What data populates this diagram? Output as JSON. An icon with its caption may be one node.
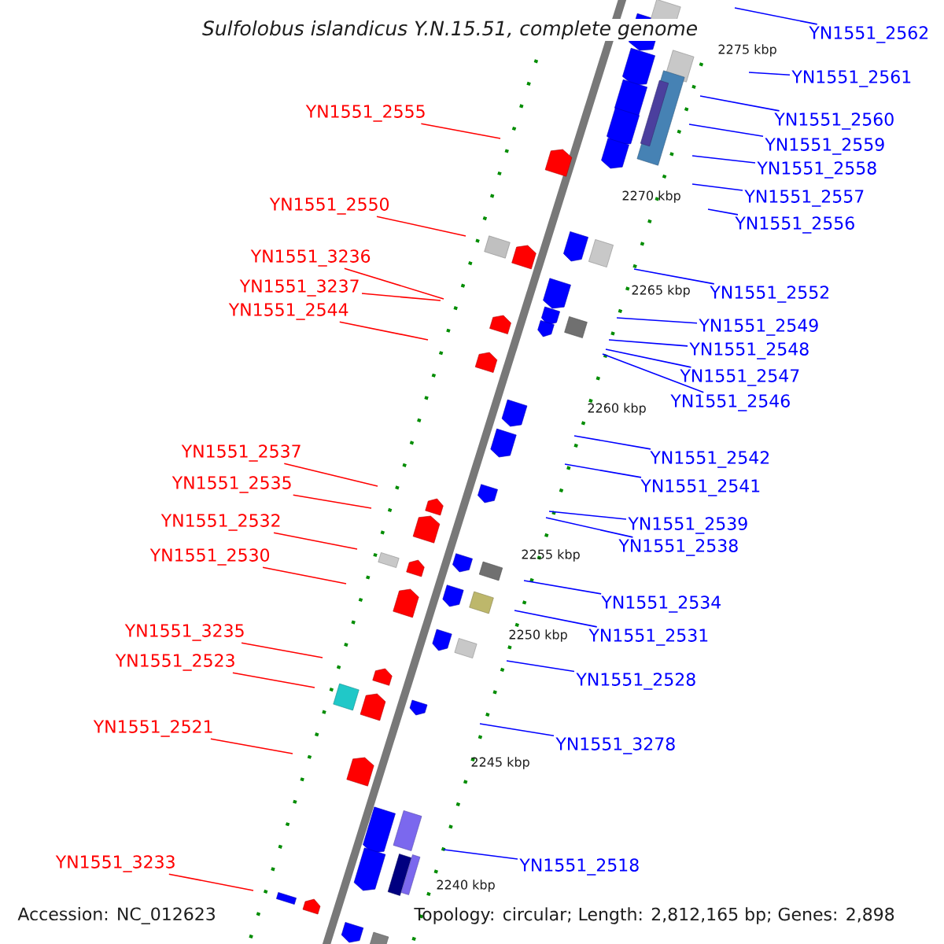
{
  "diagram": {
    "title": "Sulfolobus islandicus Y.N.15.51, complete genome",
    "nodes": [
      {
        "text": [
          "YN1551_2562"
        ]
      },
      {
        "text": [
          "YN1551_2561"
        ]
      },
      {
        "text": [
          "YN1551_2555"
        ]
      },
      {
        "text": [
          "YN1551_2560"
        ]
      },
      {
        "text": [
          "YN1551_2559"
        ]
      },
      {
        "text": [
          "YN1551_2558"
        ]
      },
      {
        "text": [
          "YN1551_2557"
        ]
      },
      {
        "text": [
          "YN1551_2550"
        ]
      },
      {
        "text": [
          "YN1551_2556"
        ]
      },
      {
        "text": [
          "YN1551_3236"
        ]
      },
      {
        "text": [
          "YN1551_3237"
        ]
      },
      {
        "text": [
          "YN1551_2552"
        ]
      },
      {
        "text": [
          "YN1551_2544"
        ]
      },
      {
        "text": [
          "YN1551_2549"
        ]
      },
      {
        "text": [
          "YN1551_2548"
        ]
      },
      {
        "text": [
          "YN1551_2547"
        ]
      },
      {
        "text": [
          "YN1551_2546"
        ]
      },
      {
        "text": [
          "YN1551_2537"
        ]
      },
      {
        "text": [
          "YN1551_2542"
        ]
      },
      {
        "text": [
          "YN1551_2535"
        ]
      },
      {
        "text": [
          "YN1551_2541"
        ]
      },
      {
        "text": [
          "YN1551_2532"
        ]
      },
      {
        "text": [
          "YN1551_2539"
        ]
      },
      {
        "text": [
          "YN1551_2538"
        ]
      },
      {
        "text": [
          "YN1551_2530"
        ]
      },
      {
        "text": [
          "YN1551_2534"
        ]
      },
      {
        "text": [
          "YN1551_3235"
        ]
      },
      {
        "text": [
          "YN1551_2531"
        ]
      },
      {
        "text": [
          "YN1551_2523"
        ]
      },
      {
        "text": [
          "YN1551_2528"
        ]
      },
      {
        "text": [
          "YN1551_2521"
        ]
      },
      {
        "text": [
          "YN1551_3278"
        ]
      },
      {
        "text": [
          "YN1551_3233"
        ]
      },
      {
        "text": [
          "YN1551_2518"
        ]
      }
    ],
    "edges": [
      {
        "from": 0,
        "to": null,
        "arrow": "none"
      },
      {
        "from": 1,
        "to": null,
        "arrow": "none"
      },
      {
        "from": 2,
        "to": null,
        "arrow": "none",
        "color": "#ff0000"
      },
      {
        "from": 3,
        "to": null,
        "arrow": "none"
      },
      {
        "from": 4,
        "to": null,
        "arrow": "none"
      },
      {
        "from": 5,
        "to": null,
        "arrow": "none"
      },
      {
        "from": 6,
        "to": null,
        "arrow": "none"
      },
      {
        "from": 7,
        "to": null,
        "arrow": "none",
        "color": "#ff0000"
      },
      {
        "from": 8,
        "to": null,
        "arrow": "none"
      },
      {
        "from": 9,
        "to": null,
        "arrow": "none",
        "color": "#ff0000"
      },
      {
        "from": 10,
        "to": null,
        "arrow": "none",
        "color": "#ff0000"
      },
      {
        "from": 11,
        "to": null,
        "arrow": "none"
      },
      {
        "from": 12,
        "to": null,
        "arrow": "none",
        "color": "#ff0000"
      },
      {
        "from": 13,
        "to": null,
        "arrow": "none"
      },
      {
        "from": 14,
        "to": null,
        "arrow": "none"
      },
      {
        "from": 15,
        "to": null,
        "arrow": "none"
      },
      {
        "from": 16,
        "to": null,
        "arrow": "none"
      },
      {
        "from": 17,
        "to": null,
        "arrow": "none",
        "color": "#ff0000"
      },
      {
        "from": 18,
        "to": null,
        "arrow": "none"
      },
      {
        "from": 19,
        "to": null,
        "arrow": "none",
        "color": "#ff0000"
      },
      {
        "from": 20,
        "to": null,
        "arrow": "none"
      },
      {
        "from": 21,
        "to": null,
        "arrow": "none",
        "color": "#ff0000"
      },
      {
        "from": 22,
        "to": null,
        "arrow": "none"
      },
      {
        "from": 23,
        "to": null,
        "arrow": "none"
      },
      {
        "from": 24,
        "to": null,
        "arrow": "none",
        "color": "#ff0000"
      },
      {
        "from": 25,
        "to": null,
        "arrow": "none"
      },
      {
        "from": 26,
        "to": null,
        "arrow": "none",
        "color": "#ff0000"
      },
      {
        "from": 27,
        "to": null,
        "arrow": "none"
      },
      {
        "from": 28,
        "to": null,
        "arrow": "none",
        "color": "#ff0000"
      },
      {
        "from": 29,
        "to": null,
        "arrow": "none"
      },
      {
        "from": 30,
        "to": null,
        "arrow": "none",
        "color": "#ff0000"
      },
      {
        "from": 31,
        "to": null,
        "arrow": "none"
      },
      {
        "from": 32,
        "to": null,
        "arrow": "none",
        "color": "#ff0000"
      },
      {
        "from": 33,
        "to": null,
        "arrow": "none"
      }
    ],
    "labels": [
      "2275 kbp",
      "2270 kbp",
      "2265 kbp",
      "2260 kbp",
      "2255 kbp",
      "2250 kbp",
      "2245 kbp",
      "2240 kbp",
      "Accession: NC_012623",
      "Topology: circular; Length: 2,812,165 bp; Genes: 2,898"
    ]
  }
}
